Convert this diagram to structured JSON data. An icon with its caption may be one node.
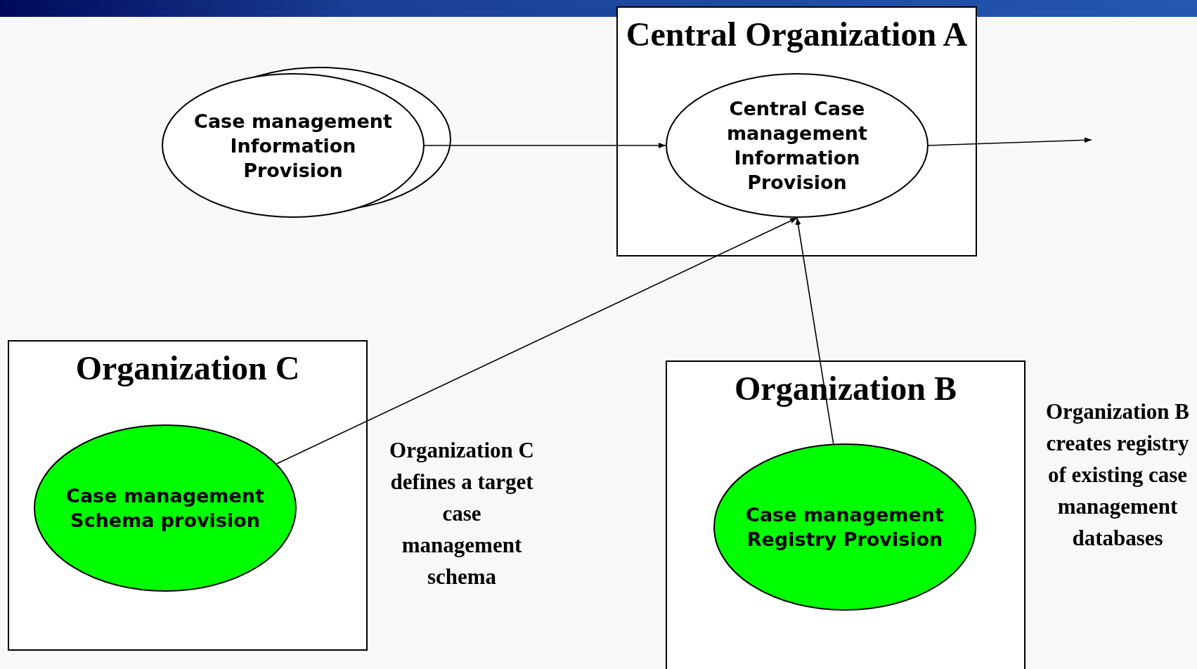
{
  "diagram": {
    "nodes": [
      {
        "text": [
          "Central Organization A"
        ]
      },
      {
        "text": [
          "Central Case management Information Provision"
        ],
        "in": 0
      },
      {
        "text": [
          "Case management Information Provision"
        ]
      },
      {
        "text": [
          "Organization C"
        ]
      },
      {
        "text": [
          "Case management Schema provision"
        ],
        "in": 3
      },
      {
        "text": [
          "Organization B"
        ]
      },
      {
        "text": [
          "Case management Registry Provision"
        ],
        "in": 5
      }
    ],
    "edges": [
      {
        "from": 2,
        "to": 1,
        "arrow": "to"
      },
      {
        "from": 1,
        "to": null,
        "arrow": "to"
      },
      {
        "from": 4,
        "to": 1,
        "arrow": "to"
      },
      {
        "from": 6,
        "to": 1,
        "arrow": "to"
      }
    ],
    "labels": [
      "Organization C defines a target case management schema",
      "Organization B creates registry of existing case management databases"
    ]
  }
}
